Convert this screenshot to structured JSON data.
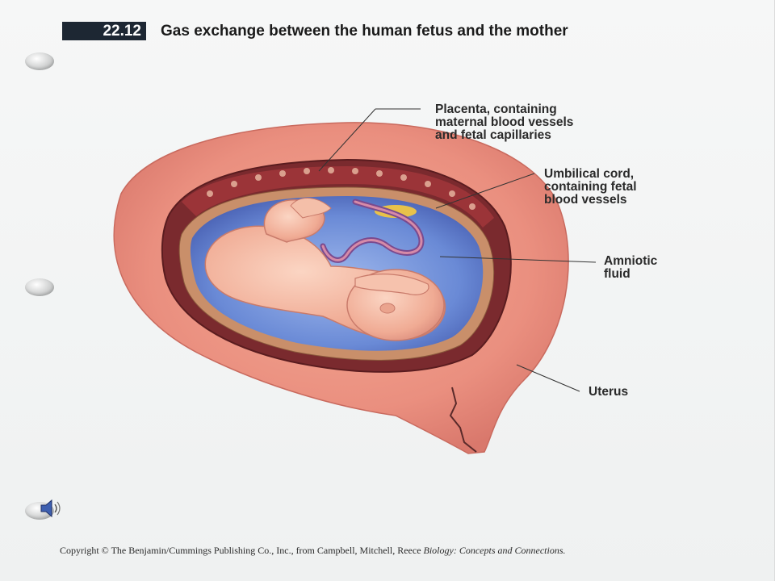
{
  "figure": {
    "number": "22.12",
    "title": "Gas exchange between the human fetus and the mother"
  },
  "labels": {
    "placenta": [
      "Placenta, containing",
      "maternal blood vessels",
      "and fetal capillaries"
    ],
    "umbilical_cord": [
      "Umbilical cord,",
      "containing fetal",
      "blood vessels"
    ],
    "amniotic_fluid": [
      "Amniotic",
      "fluid"
    ],
    "uterus": [
      "Uterus"
    ]
  },
  "footer": {
    "copyright": "Copyright © The Benjamin/Cummings Publishing Co., Inc., from Campbell, Mitchell, Reece",
    "book_title": "Biology: Concepts and Connections."
  },
  "icons": {
    "audio": "speaker-icon",
    "binder_holes": "binder-hole-icon"
  },
  "colors": {
    "figure_number_bg": "#1d2733",
    "uterus_wall": "#e98a7b",
    "placenta": "#8a2a2e",
    "amniotic_fluid": "#5f7fcf",
    "fetus_skin": "#f2b39c"
  }
}
